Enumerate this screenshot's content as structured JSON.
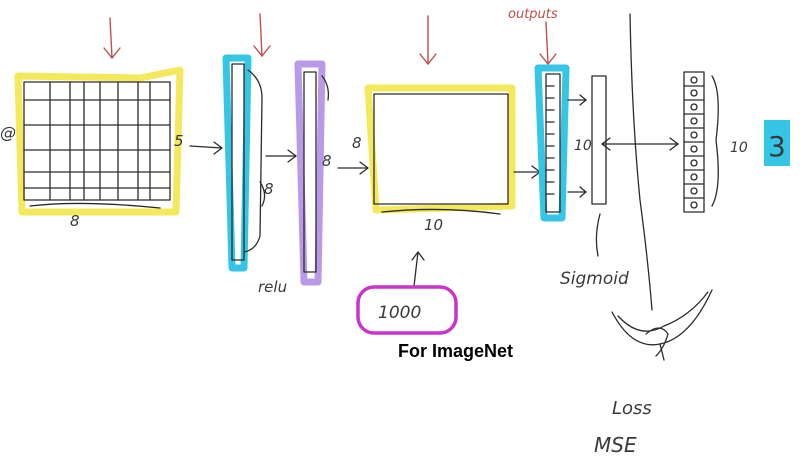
{
  "labels": {
    "outputs": "outputs",
    "relu": "relu",
    "sigmoid": "Sigmoid",
    "loss": "Loss",
    "mse": "MSE",
    "first_dim": "8",
    "first_side": "5",
    "col1_dim": "8",
    "col2_dim": "8",
    "box_side": "8",
    "box_bottom": "10",
    "out_dim": "10",
    "final_dim": "10",
    "class_label": "3",
    "left_edge": "@",
    "imagenet_count": "1000",
    "caption": "For ImageNet"
  },
  "colors": {
    "yellow": "#f3e64a",
    "cyan": "#35c6e6",
    "purple": "#b89ae8",
    "magenta": "#cc33cc",
    "red": "#c0504d"
  }
}
